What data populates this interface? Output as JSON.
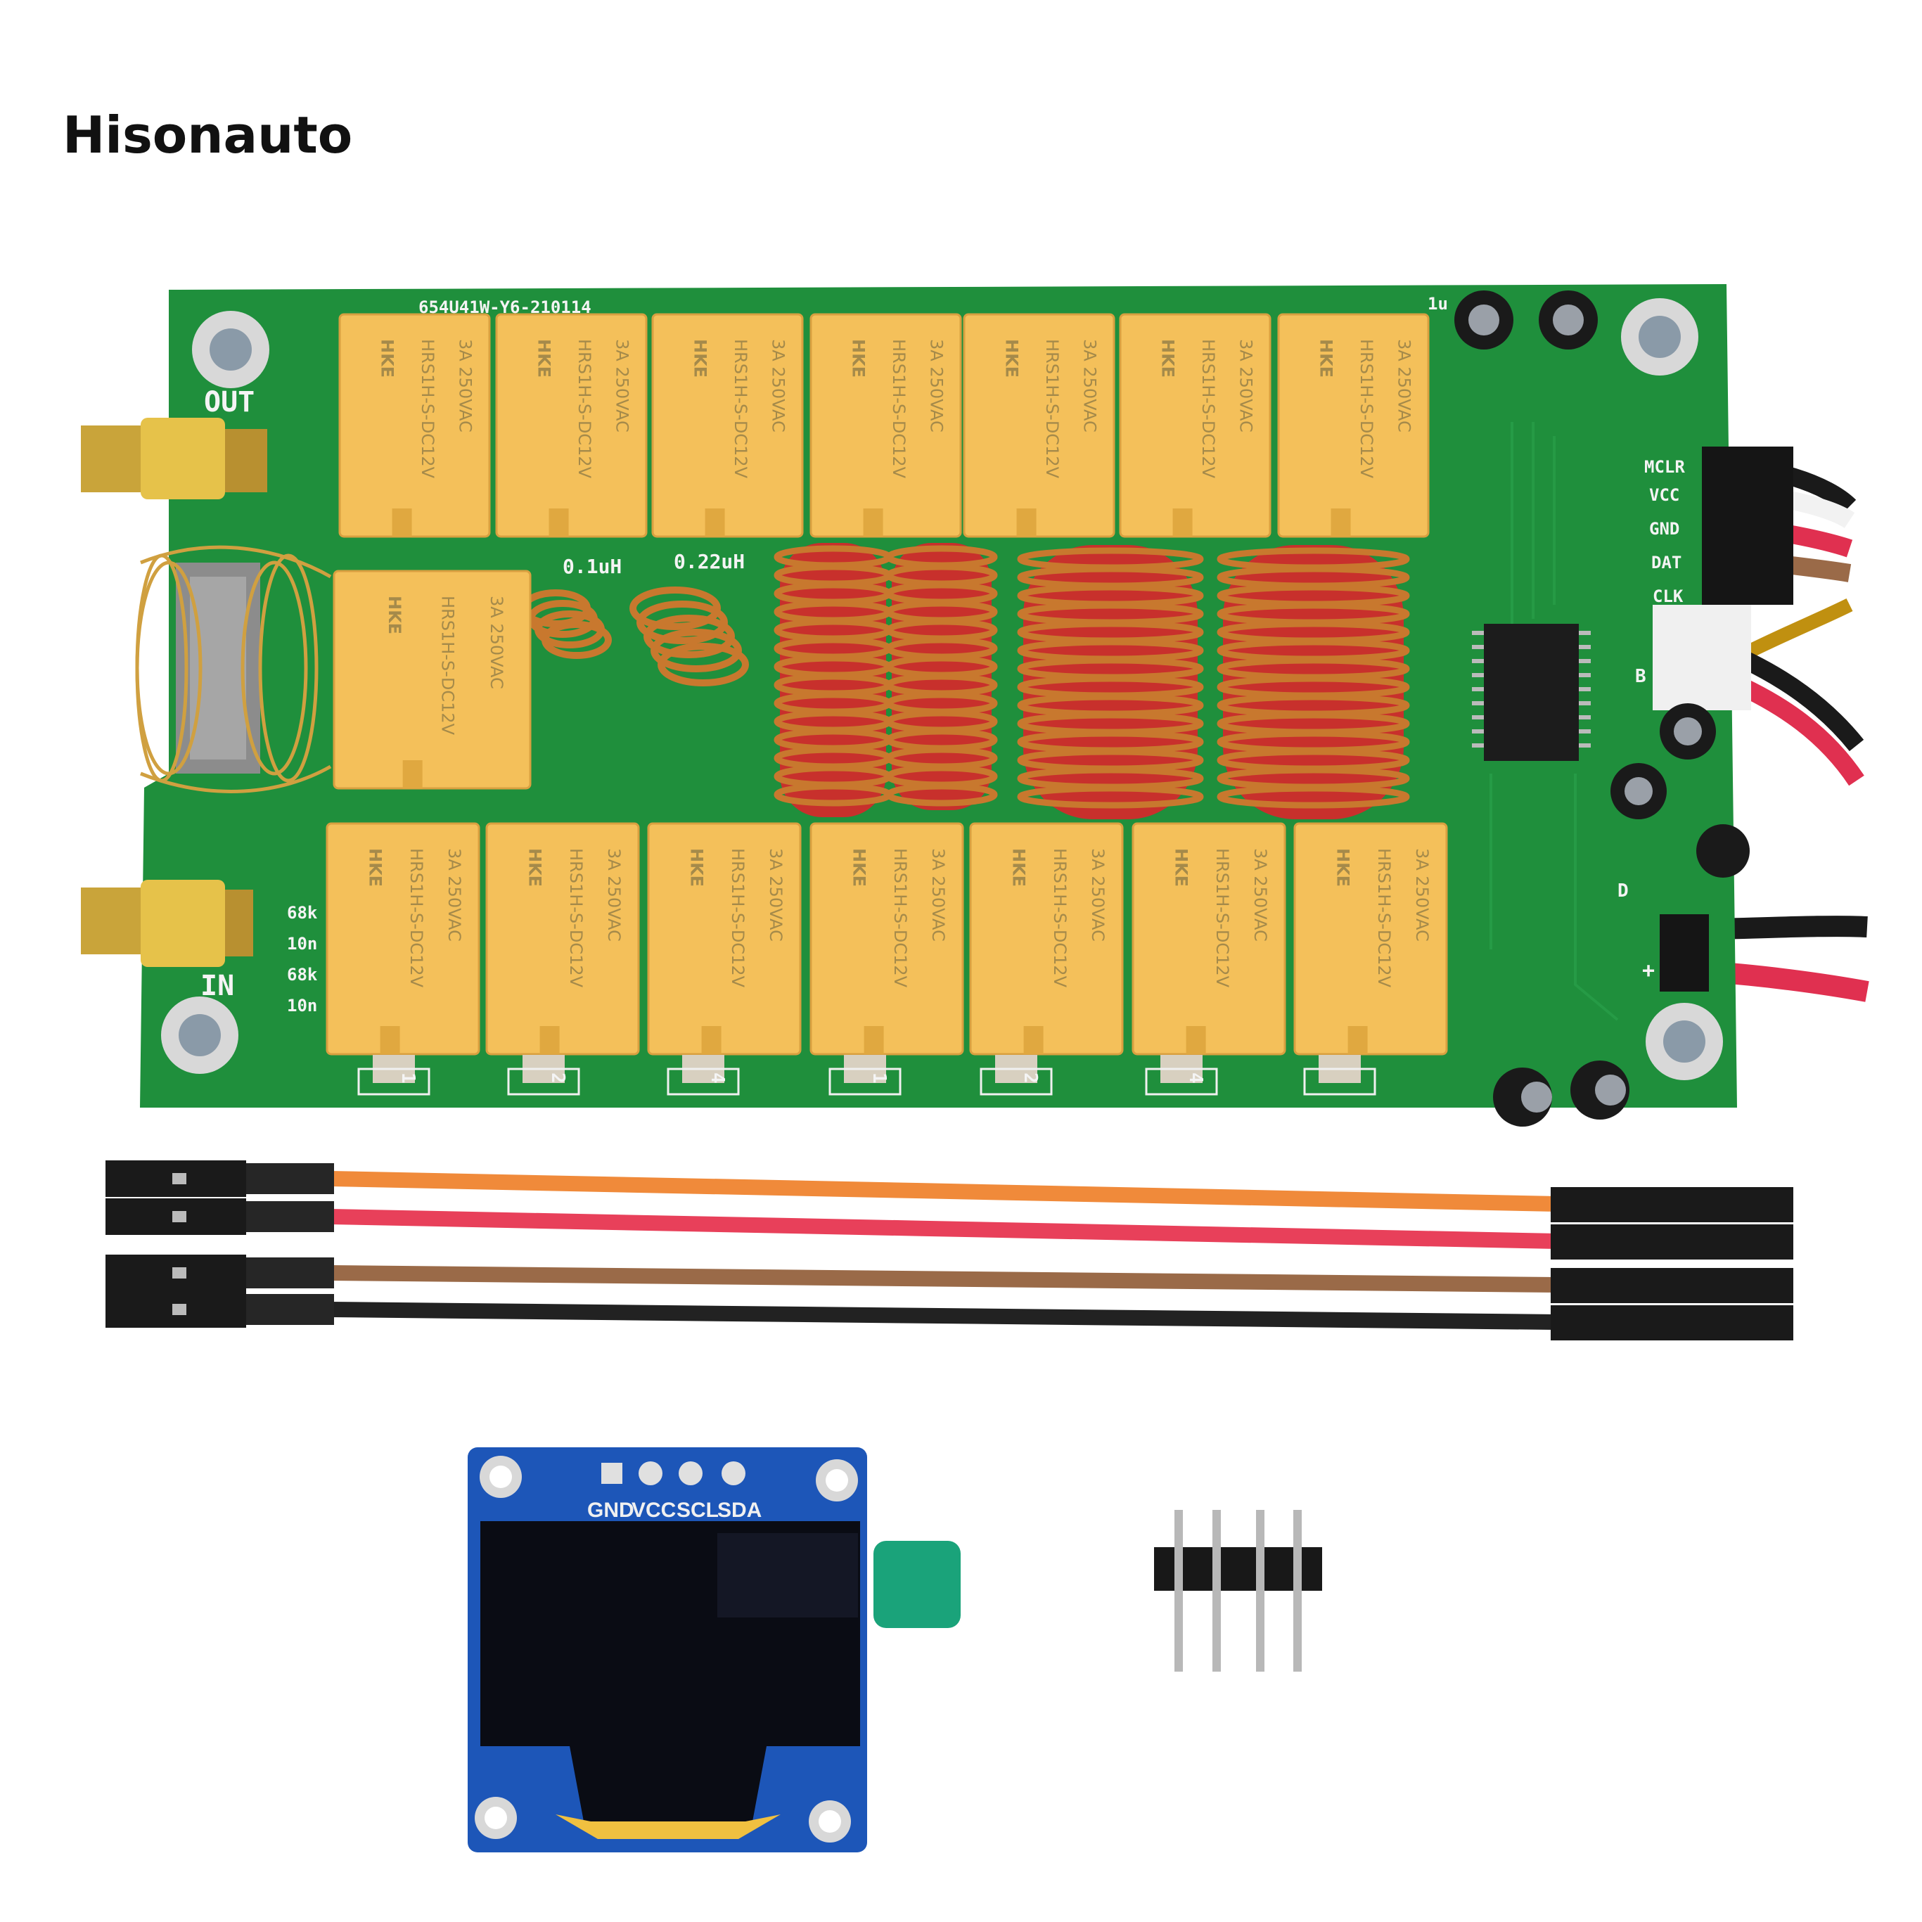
{
  "brand": "Hisonauto",
  "board": {
    "pcb_code": "654U41W-Y6-210114",
    "cap_label": "1u",
    "out_label": "OUT",
    "in_label": "IN",
    "resistor_labels": [
      "68k",
      "10n",
      "68k",
      "10n"
    ],
    "inductor_labels": [
      "0.1uH",
      "0.22uH"
    ],
    "header_labels": [
      "MCLR",
      "VCC",
      "GND",
      "DAT",
      "CLK"
    ],
    "power_labels": [
      "B",
      "D",
      "+"
    ],
    "relay_brand": "HKE",
    "relay_model": "HRS1H-S-DC12V",
    "relay_rating": "3A 250VAC",
    "bit_labels": [
      "1",
      "2",
      "4",
      "1",
      "2",
      "4"
    ],
    "colors": {
      "pcb": "#1f8f3c",
      "relay": "#f4c05a",
      "toroid": "#c8302c",
      "copper": "#c8782e"
    }
  },
  "jumper_wires": {
    "colors": [
      "#f08a3a",
      "#e8405a",
      "#9a6a48",
      "#222222"
    ]
  },
  "oled": {
    "pin_labels": [
      "GND",
      "VCC",
      "SCL",
      "SDA"
    ],
    "colors": {
      "pcb": "#1d56b8",
      "screen": "#0a0c14",
      "tab": "#1aa37a",
      "flex": "#f0c040"
    }
  },
  "pin_header": {
    "pin_count": 4
  }
}
